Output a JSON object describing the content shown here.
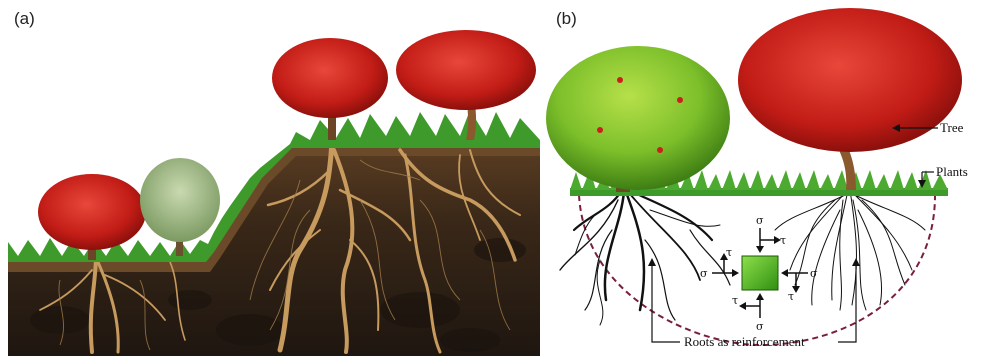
{
  "panels": [
    {
      "label": "(a)"
    },
    {
      "label": "(b)"
    }
  ],
  "annotations": {
    "tree": "Tree",
    "plants": "Plants",
    "roots": "Roots as reinforcement"
  },
  "stress_symbols": {
    "normal": "σ",
    "shear": "τ"
  },
  "colors": {
    "soil_dark": "#2b1e14",
    "soil_mid": "#4a3320",
    "root": "#c79a5e",
    "grass": "#3f9a2c",
    "red_foliage": "#c8211c",
    "green_foliage": "#7cbf2a",
    "soil_element": "#4cb81e",
    "dashed_boundary": "#7a1f3a"
  }
}
